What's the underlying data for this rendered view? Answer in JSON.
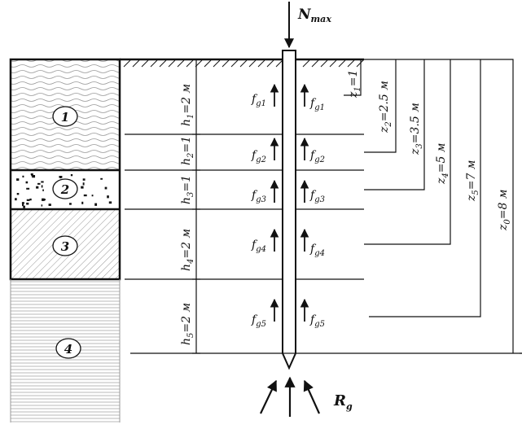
{
  "load": {
    "label": "N",
    "sub": "max"
  },
  "reaction": {
    "label": "R",
    "sub": "g"
  },
  "layers": [
    {
      "number": "1",
      "pattern": "wavy"
    },
    {
      "number": "2",
      "pattern": "dotted"
    },
    {
      "number": "3",
      "pattern": "hatched"
    },
    {
      "number": "4",
      "pattern": "lined"
    }
  ],
  "thicknesses": [
    {
      "symbol": "h",
      "sub": "1",
      "value": "=2 м"
    },
    {
      "symbol": "h",
      "sub": "2",
      "value": "=1"
    },
    {
      "symbol": "h",
      "sub": "3",
      "value": "=1"
    },
    {
      "symbol": "h",
      "sub": "4",
      "value": "=2 м"
    },
    {
      "symbol": "h",
      "sub": "5",
      "value": "=2 м"
    }
  ],
  "depths": [
    {
      "symbol": "z",
      "sub": "1",
      "value": "=1"
    },
    {
      "symbol": "z",
      "sub": "2",
      "value": "=2.5 м"
    },
    {
      "symbol": "z",
      "sub": "3",
      "value": "=3.5 м"
    },
    {
      "symbol": "z",
      "sub": "4",
      "value": "=5 м"
    },
    {
      "symbol": "z",
      "sub": "5",
      "value": "=7 м"
    },
    {
      "symbol": "z",
      "sub": "0",
      "value": "=8 м"
    }
  ],
  "friction": [
    {
      "symbol": "f",
      "sub": "g1"
    },
    {
      "symbol": "f",
      "sub": "g2"
    },
    {
      "symbol": "f",
      "sub": "g3"
    },
    {
      "symbol": "f",
      "sub": "g4"
    },
    {
      "symbol": "f",
      "sub": "g5"
    }
  ]
}
